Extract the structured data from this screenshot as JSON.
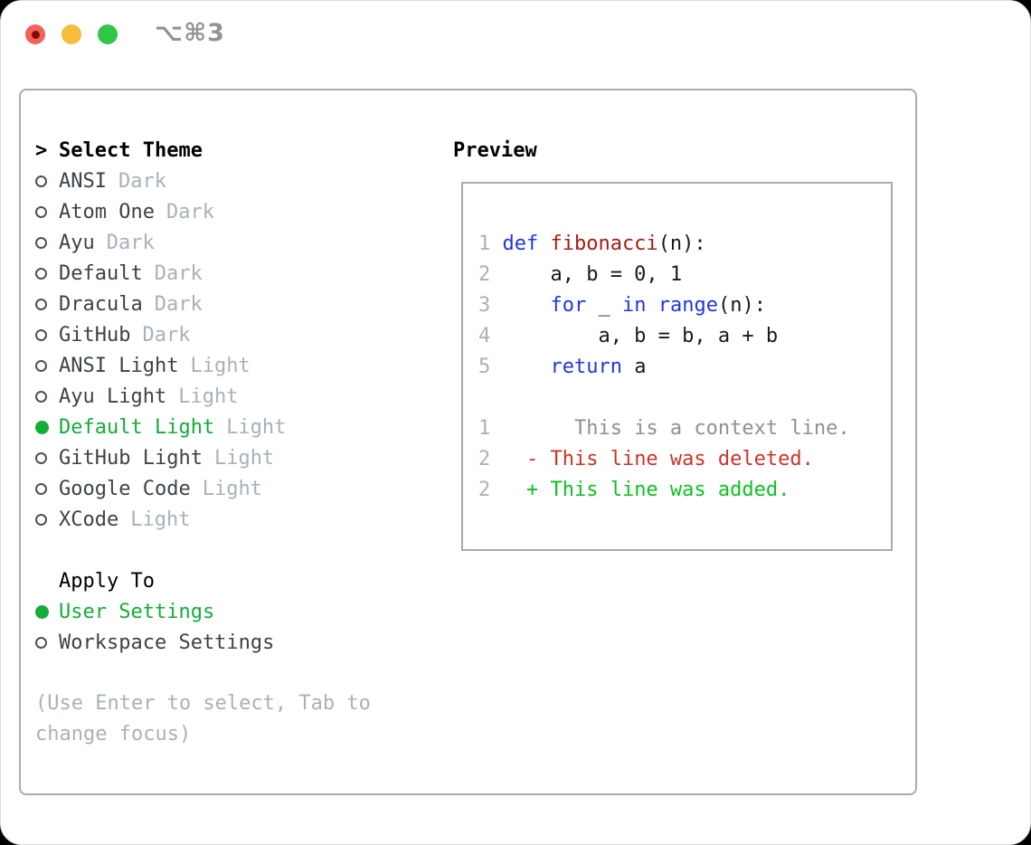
{
  "window": {
    "title": "⌥⌘3"
  },
  "colors": {
    "accent_green": "#13ad37",
    "muted": "#a8b1bb",
    "text_dark": "#3d4248",
    "heading": "#000000",
    "panel_border": "#a4adb7",
    "window_title": "#909296",
    "radio_outline": "#4c5158",
    "traffic_close": "#f2615c",
    "traffic_close_dot": "#7e0c02",
    "traffic_minimize": "#f6bd3d",
    "traffic_zoom": "#2ec747",
    "keyword": "#2136e0",
    "function": "#a51c13",
    "code": "#17191c",
    "context": "#8b9199",
    "deleted": "#cd3425",
    "added": "#0cc221",
    "line_number": "#a8b1bb"
  },
  "theme_panel": {
    "header_prompt": ">",
    "header_label": "Select Theme",
    "items": [
      {
        "name": "ANSI",
        "variant": "Dark",
        "selected": false
      },
      {
        "name": "Atom One",
        "variant": "Dark",
        "selected": false
      },
      {
        "name": "Ayu",
        "variant": "Dark",
        "selected": false
      },
      {
        "name": "Default",
        "variant": "Dark",
        "selected": false
      },
      {
        "name": "Dracula",
        "variant": "Dark",
        "selected": false
      },
      {
        "name": "GitHub",
        "variant": "Dark",
        "selected": false
      },
      {
        "name": "ANSI Light",
        "variant": "Light",
        "selected": false
      },
      {
        "name": "Ayu Light",
        "variant": "Light",
        "selected": false
      },
      {
        "name": "Default Light",
        "variant": "Light",
        "selected": true
      },
      {
        "name": "GitHub Light",
        "variant": "Light",
        "selected": false
      },
      {
        "name": "Google Code",
        "variant": "Light",
        "selected": false
      },
      {
        "name": "XCode",
        "variant": "Light",
        "selected": false
      }
    ],
    "apply_to_label": "Apply To",
    "apply_to_options": [
      {
        "name": "User Settings",
        "variant": "",
        "selected": true
      },
      {
        "name": "Workspace Settings",
        "variant": "",
        "selected": false
      }
    ],
    "help": "(Use Enter to select, Tab to change focus)"
  },
  "preview": {
    "title": "Preview",
    "lines": [
      {
        "num": "1",
        "segments": [
          {
            "text": "def ",
            "color": "keyword"
          },
          {
            "text": "fibonacci",
            "color": "function"
          },
          {
            "text": "(n):",
            "color": "code"
          }
        ]
      },
      {
        "num": "2",
        "segments": [
          {
            "text": "    a, b = 0, 1",
            "color": "code"
          }
        ]
      },
      {
        "num": "3",
        "segments": [
          {
            "text": "    ",
            "color": "code"
          },
          {
            "text": "for",
            "color": "keyword"
          },
          {
            "text": " _ ",
            "color": "code"
          },
          {
            "text": "in",
            "color": "keyword"
          },
          {
            "text": " ",
            "color": "code"
          },
          {
            "text": "range",
            "color": "keyword"
          },
          {
            "text": "(n):",
            "color": "code"
          }
        ]
      },
      {
        "num": "4",
        "segments": [
          {
            "text": "        a, b = b, a + b",
            "color": "code"
          }
        ]
      },
      {
        "num": "5",
        "segments": [
          {
            "text": "    ",
            "color": "code"
          },
          {
            "text": "return",
            "color": "keyword"
          },
          {
            "text": " a",
            "color": "code"
          }
        ]
      },
      {
        "num": "",
        "segments": []
      },
      {
        "num": "1",
        "segments": [
          {
            "text": "      This is a context line.",
            "color": "context"
          }
        ]
      },
      {
        "num": "2",
        "segments": [
          {
            "text": "  ",
            "color": "code"
          },
          {
            "text": "- This line was deleted.",
            "color": "deleted"
          }
        ]
      },
      {
        "num": "2",
        "segments": [
          {
            "text": "  ",
            "color": "code"
          },
          {
            "text": "+ This line was added.",
            "color": "added"
          }
        ]
      }
    ]
  }
}
